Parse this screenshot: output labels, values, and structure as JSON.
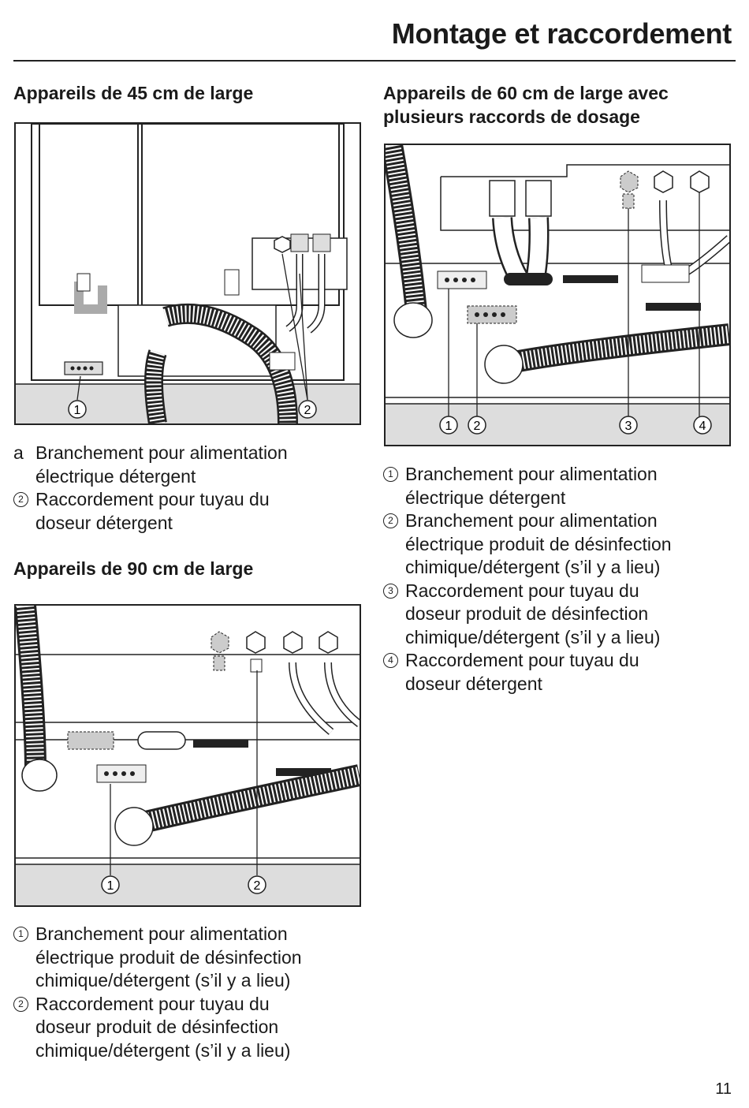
{
  "header": {
    "title": "Montage et raccordement"
  },
  "section_45": {
    "heading": "Appareils de 45 cm de large",
    "callouts": [
      "1",
      "2"
    ],
    "legend": [
      {
        "marker": "a",
        "line1": "Branchement pour alimentation",
        "line2": "électrique détergent"
      },
      {
        "marker": "2",
        "line1": "Raccordement pour tuyau du",
        "line2": "doseur détergent"
      }
    ]
  },
  "section_90": {
    "heading": "Appareils de 90 cm de large",
    "callouts": [
      "1",
      "2"
    ],
    "legend": [
      {
        "marker": "1",
        "line1": "Branchement pour alimentation",
        "line2": "électrique produit de désinfection",
        "line3": "chimique/détergent (s’il y a lieu)"
      },
      {
        "marker": "2",
        "line1": "Raccordement pour tuyau du",
        "line2": "doseur produit de désinfection",
        "line3": "chimique/détergent (s’il y a lieu)"
      }
    ]
  },
  "section_60": {
    "heading_line1": "Appareils de 60 cm de large avec",
    "heading_line2": "plusieurs raccords de dosage",
    "callouts": [
      "1",
      "2",
      "3",
      "4"
    ],
    "legend": [
      {
        "marker": "1",
        "line1": "Branchement pour alimentation",
        "line2": "électrique détergent"
      },
      {
        "marker": "2",
        "line1": "Branchement pour alimentation",
        "line2": "électrique produit de désinfection",
        "line3": "chimique/détergent (s’il y a lieu)"
      },
      {
        "marker": "3",
        "line1": "Raccordement pour tuyau du",
        "line2": "doseur produit de désinfection",
        "line3": "chimique/détergent (s’il y a lieu)"
      },
      {
        "marker": "4",
        "line1": "Raccordement pour tuyau du",
        "line2": "doseur détergent"
      }
    ]
  },
  "page_number": "11"
}
